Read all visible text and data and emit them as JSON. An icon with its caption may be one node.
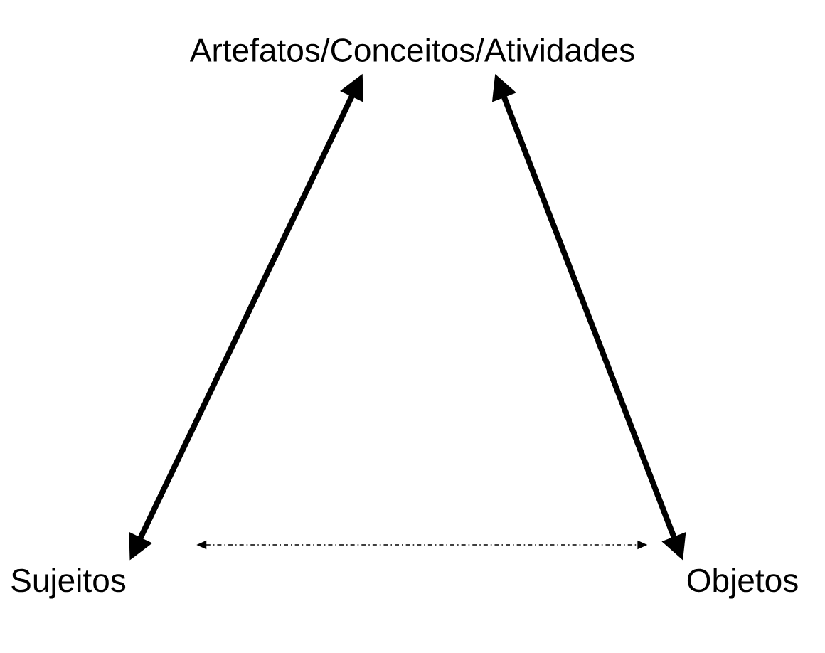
{
  "diagram": {
    "nodes": [
      {
        "text": [
          "Artefatos/Conceitos/Atividades"
        ]
      },
      {
        "text": [
          "Sujeitos"
        ]
      },
      {
        "text": [
          "Objetos"
        ]
      }
    ],
    "edges": [
      {
        "from": 1,
        "to": 0,
        "arrow": "both"
      },
      {
        "from": 2,
        "to": 0,
        "arrow": "both"
      },
      {
        "from": 1,
        "to": 2,
        "arrow": "both",
        "style": "dashed"
      }
    ]
  }
}
